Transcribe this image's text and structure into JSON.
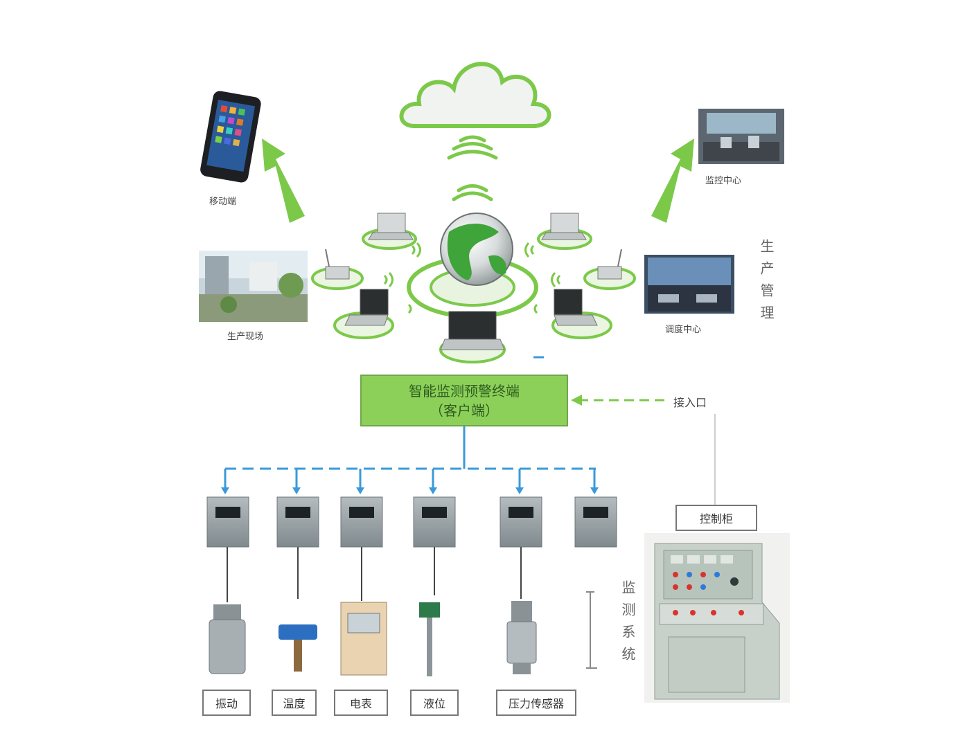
{
  "nodes": {
    "phone": "移动端",
    "control_room": "监控中心",
    "site": "生产现场",
    "dispatch": "调度中心"
  },
  "vertical_labels": {
    "right_top": "生产管理",
    "right_bottom": "监测系统"
  },
  "main_box": {
    "line1": "智能监测预警终端",
    "line2": "（客户端）"
  },
  "side_input": "接入口",
  "control_cabinet_label": "控制柜",
  "sensors": [
    {
      "label": "振动"
    },
    {
      "label": "温度"
    },
    {
      "label": "电表"
    },
    {
      "label": "液位"
    },
    {
      "label": "压力传感器"
    }
  ],
  "colors": {
    "accent_green": "#7cc94a",
    "box_green": "#8cd05a",
    "link_blue": "#3a9ad9",
    "device_gray": "#9aa3a6"
  },
  "icons": [
    "cloud-icon",
    "globe-icon",
    "laptop-icon",
    "router-icon",
    "wifi-icon",
    "arrow-up-icon"
  ]
}
